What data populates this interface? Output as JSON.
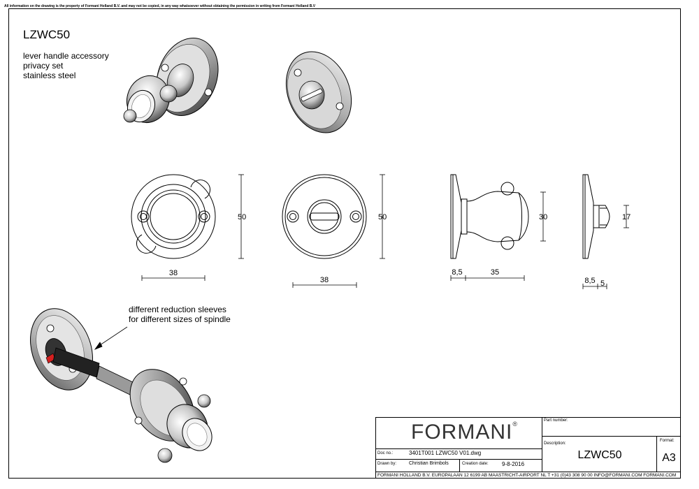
{
  "notice": "All information on the drawing is the property of Formani Holland B.V. and may not be copied, in any way whatsoever without obtaining the permission in writing from Formani Holland B.V",
  "product": {
    "code": "LZWC50",
    "lines": [
      "lever handle accessory",
      "privacy set",
      "stainless steel"
    ]
  },
  "dimensions": {
    "front1_width": "38",
    "front1_height": "50",
    "front2_width": "38",
    "front2_height": "50",
    "side1_plate": "8,5",
    "side1_depth": "35",
    "side1_height": "30",
    "side2_plate": "8,5",
    "side2_depth": "5",
    "side2_height": "17"
  },
  "annotation": {
    "line1": "different reduction sleeves",
    "line2": "for different sizes of spindle"
  },
  "title_block": {
    "brand": "FORMANI",
    "registered": "®",
    "part_number_label": "Part number:",
    "description_label": "Description:",
    "description": "LZWC50",
    "format_label": "Format:",
    "format": "A3",
    "doc_no_label": "Doc no.:",
    "doc_no": "3401T001 LZWC50 V01.dwg",
    "drawn_by_label": "Drawn by:",
    "drawn_by": "Christian Brimbols",
    "creation_date_label": "Creation date:",
    "creation_date": "9-8-2016",
    "footer": "FORMANI HOLLAND B.V.  EUROPALAAN 12  6199 AB MAASTRICHT-AIRPORT NL  T +31 (0)43 308 90 00 INFO@FORMANI.COM FORMANI.COM"
  },
  "colors": {
    "line": "#000000",
    "metal_light": "#f0f0f0",
    "metal_mid": "#bdbdbd",
    "metal_dark": "#5a5a5a",
    "sleeve_red": "#d42020"
  }
}
